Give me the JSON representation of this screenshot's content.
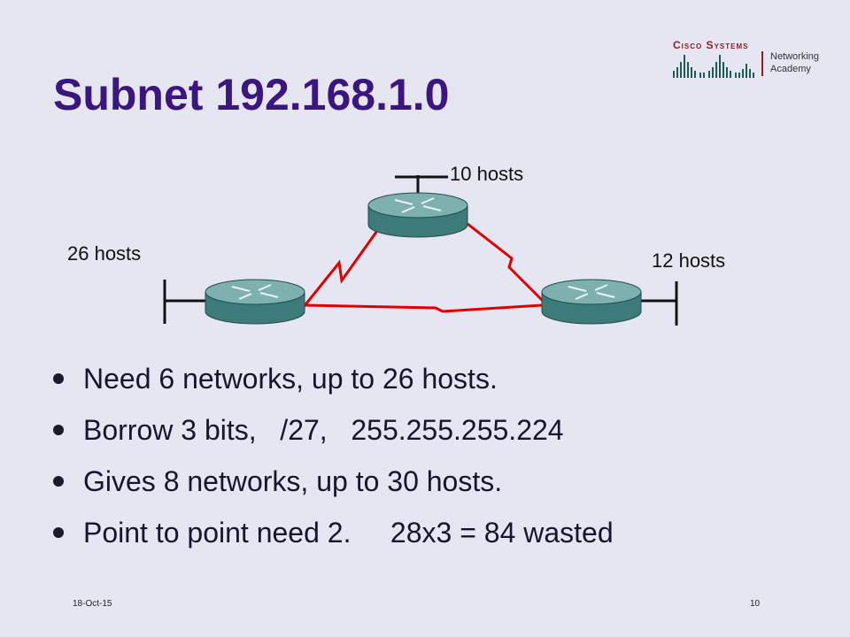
{
  "slide": {
    "title": "Subnet 192.168.1.0",
    "logo": {
      "brand": "Cisco Systems",
      "product": "Networking Academy"
    },
    "diagram": {
      "routers": [
        "router-top",
        "router-left",
        "router-right"
      ],
      "hosts": {
        "top": "10 hosts",
        "left": "26 hosts",
        "right": "12 hosts"
      },
      "link_color": "#e00000"
    },
    "bullets": [
      "Need 6 networks, up to 26 hosts.",
      "Borrow 3 bits,   /27,   255.255.255.224",
      "Gives 8 networks, up to 30 hosts.",
      "Point to point need 2.     28x3 = 84 wasted"
    ],
    "footer": {
      "date": "18-Oct-15",
      "page": "10"
    }
  }
}
